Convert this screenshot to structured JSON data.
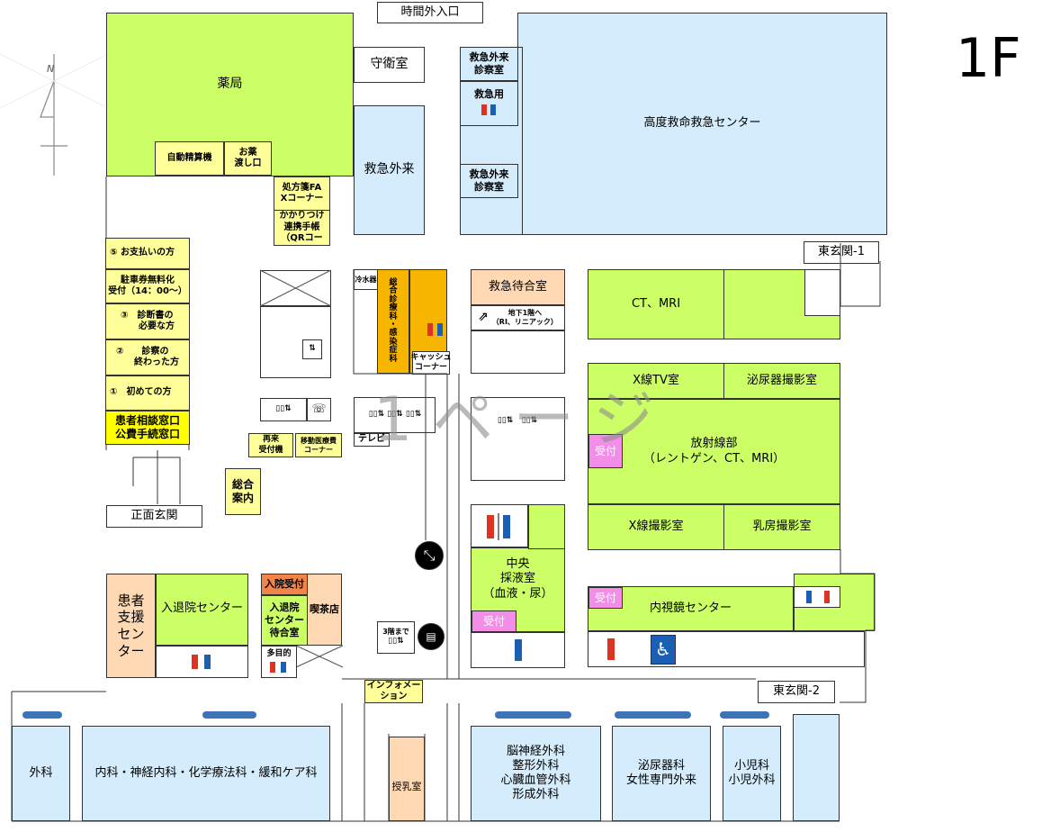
{
  "floor": "1F",
  "compass": "N",
  "watermark": "1ページ",
  "rooms": {
    "pharmacy": "薬局",
    "auto_payment": "自動精算機",
    "medicine_pickup": "お薬\n渡し口",
    "prescription_fax": "処方箋FA\nXコーナー",
    "kakaritsuke": "かかりつけ\n連携手帳\n（QRコー",
    "guard_room": "守衛室",
    "after_hours_entrance": "時間外入口",
    "emergency_outpatient": "救急外来",
    "er_exam_room_1": "救急外来\n診察室",
    "er_restroom": "救急用",
    "er_exam_room_2": "救急外来\n診察室",
    "advanced_er_center": "高度救命救急センター",
    "east_entrance_1": "東玄関-1",
    "east_entrance_2": "東玄関-2",
    "main_entrance": "正面玄関",
    "counter_payment": "⑤ お支払いの方",
    "counter_parking": "駐車券無料化\n受付（14：00〜）",
    "counter_certificate": "③　診断書の\n　　必要な方",
    "counter_finished": "②　　診察の\n　　終わった方",
    "counter_first": "①　初めての方",
    "consult_window": "患者相談窓口\n公費手続窓口",
    "general_info": "総合\n案内",
    "revisit_reception": "再来\n受付機",
    "cashless_corner": "移動医療費\nコーナー",
    "tv": "テレビ",
    "infection_outpatient": "総\n合\n診\n療\n科\n・\n感\n染\n症\n科",
    "water_station": "冷水器",
    "cash_corner": "キャッシュ\nコーナー",
    "emergency_waiting": "救急待合室",
    "basement_stairs": "地下1階へ\n（RI、リニアック）",
    "ct_mri": "CT、MRI",
    "xray_tv": "X線TV室",
    "urology_imaging": "泌尿器撮影室",
    "radiology": "放射線部\n（レントゲン、CT、MRI）",
    "reception_radiology": "受付",
    "xray_room": "X線撮影室",
    "mammography": "乳房撮影室",
    "central_blood": "中央\n採液室\n（血液・尿）",
    "reception_blood": "受付",
    "endoscopy": "内視鏡センター",
    "reception_endoscopy": "受付",
    "patient_support": "患者\n支援\nセン\nター",
    "admission_center": "入退院センター",
    "admission_reception": "入院受付",
    "admission_waiting": "入退院\nセンター\n待合室",
    "cafe": "喫茶店",
    "multipurpose": "多目的",
    "to_third_floor": "3階まで",
    "information": "インフォメーション",
    "surgery": "外科",
    "internal_medicine": "内科・神経内科・化学療法科・緩和ケア科",
    "nursing_room": "授乳室",
    "neurosurgery": "脳神経外科\n整形外科\n心臓血管外科\n形成外科",
    "urology_female": "泌尿器科\n女性専門外来",
    "pediatrics": "小児科\n小児外科"
  },
  "icons": [
    "restroom-icon",
    "elevator-icon",
    "escalator-icon",
    "telephone-icon",
    "wheelchair-icon",
    "stairs-icon"
  ]
}
